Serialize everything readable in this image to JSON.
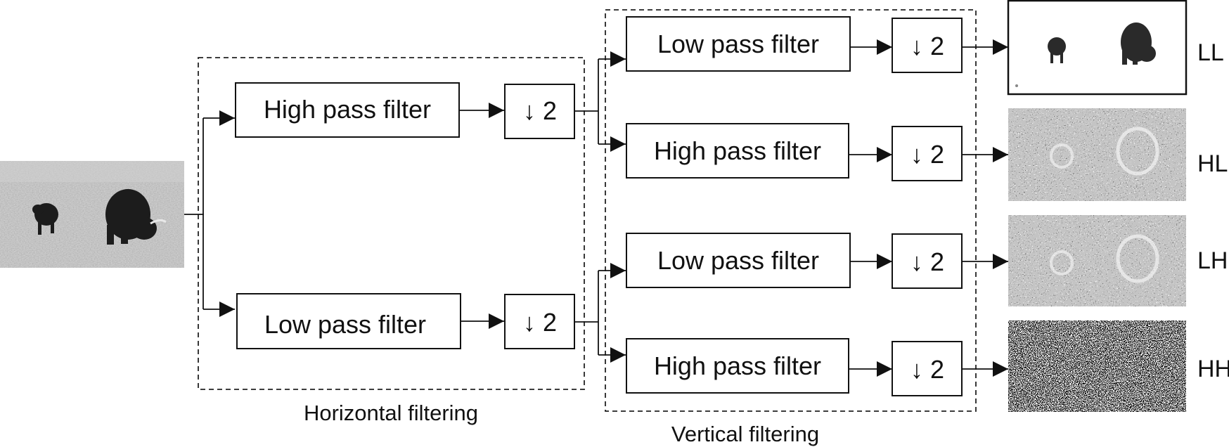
{
  "filters": {
    "h_high": "High pass filter",
    "h_low": "Low pass filter",
    "v1_low": "Low pass filter",
    "v1_high": "High pass filter",
    "v2_low": "Low pass filter",
    "v2_high": "High pass filter"
  },
  "downsample": {
    "symbol": "↓",
    "factor": "2"
  },
  "captions": {
    "horizontal": "Horizontal filtering",
    "vertical": "Vertical filtering"
  },
  "subbands": {
    "ll": "LL",
    "hl": "HL",
    "lh": "LH",
    "hh": "HH"
  },
  "colors": {
    "line": "#111111",
    "grass": "#9a9a9a",
    "texture": "#8a8a8a"
  }
}
